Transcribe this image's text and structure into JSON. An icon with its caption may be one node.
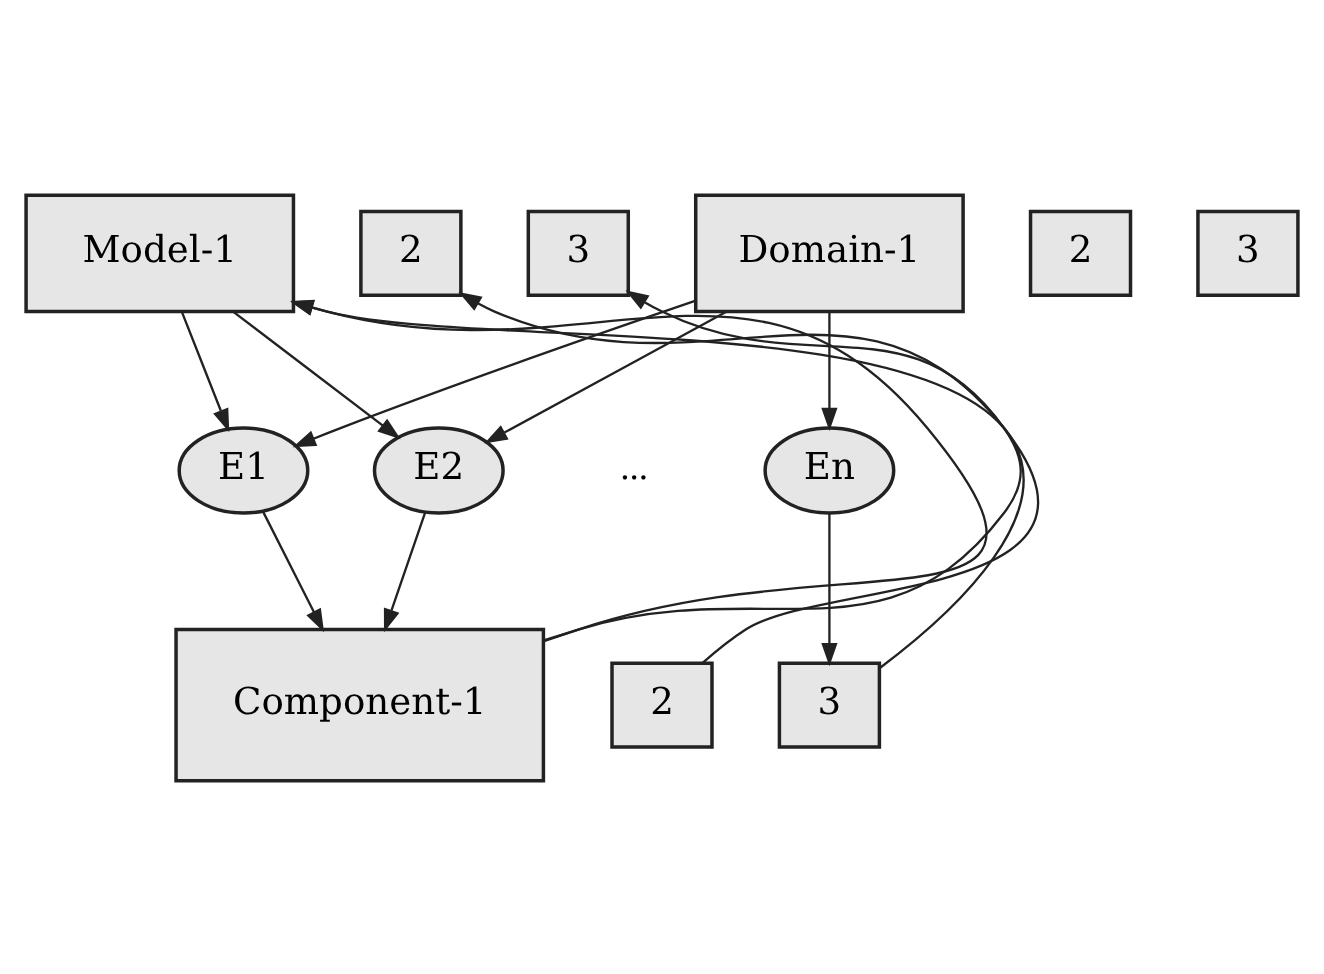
{
  "diagram": {
    "nodes": [
      {
        "text": [
          "Domain-1"
        ]
      },
      {
        "text": [
          "2"
        ]
      },
      {
        "text": [
          "3"
        ]
      },
      {
        "text": [
          "Model-1"
        ]
      },
      {
        "text": [
          "2"
        ]
      },
      {
        "text": [
          "3"
        ]
      },
      {
        "text": [
          "E1"
        ]
      },
      {
        "text": [
          "E2"
        ]
      },
      {
        "text": [
          "En"
        ]
      },
      {
        "text": [
          "Component-1"
        ]
      },
      {
        "text": [
          "2"
        ]
      },
      {
        "text": [
          "3"
        ]
      }
    ],
    "edges": [
      {
        "from": 0,
        "to": 6,
        "arrow": "to"
      },
      {
        "from": 0,
        "to": 7,
        "arrow": "to"
      },
      {
        "from": 0,
        "to": 8,
        "arrow": "to"
      },
      {
        "from": 3,
        "to": 6,
        "arrow": "to"
      },
      {
        "from": 3,
        "to": 7,
        "arrow": "to"
      },
      {
        "from": 6,
        "to": 9,
        "arrow": "to"
      },
      {
        "from": 7,
        "to": 9,
        "arrow": "to"
      },
      {
        "from": 8,
        "to": 11,
        "arrow": "to"
      },
      {
        "from": 9,
        "to": 3,
        "arrow": "to"
      },
      {
        "from": 11,
        "to": 3,
        "arrow": "to"
      },
      {
        "from": 10,
        "to": 4,
        "arrow": "to"
      },
      {
        "from": 9,
        "to": 5,
        "arrow": "to"
      }
    ],
    "labels": [
      "..."
    ]
  }
}
